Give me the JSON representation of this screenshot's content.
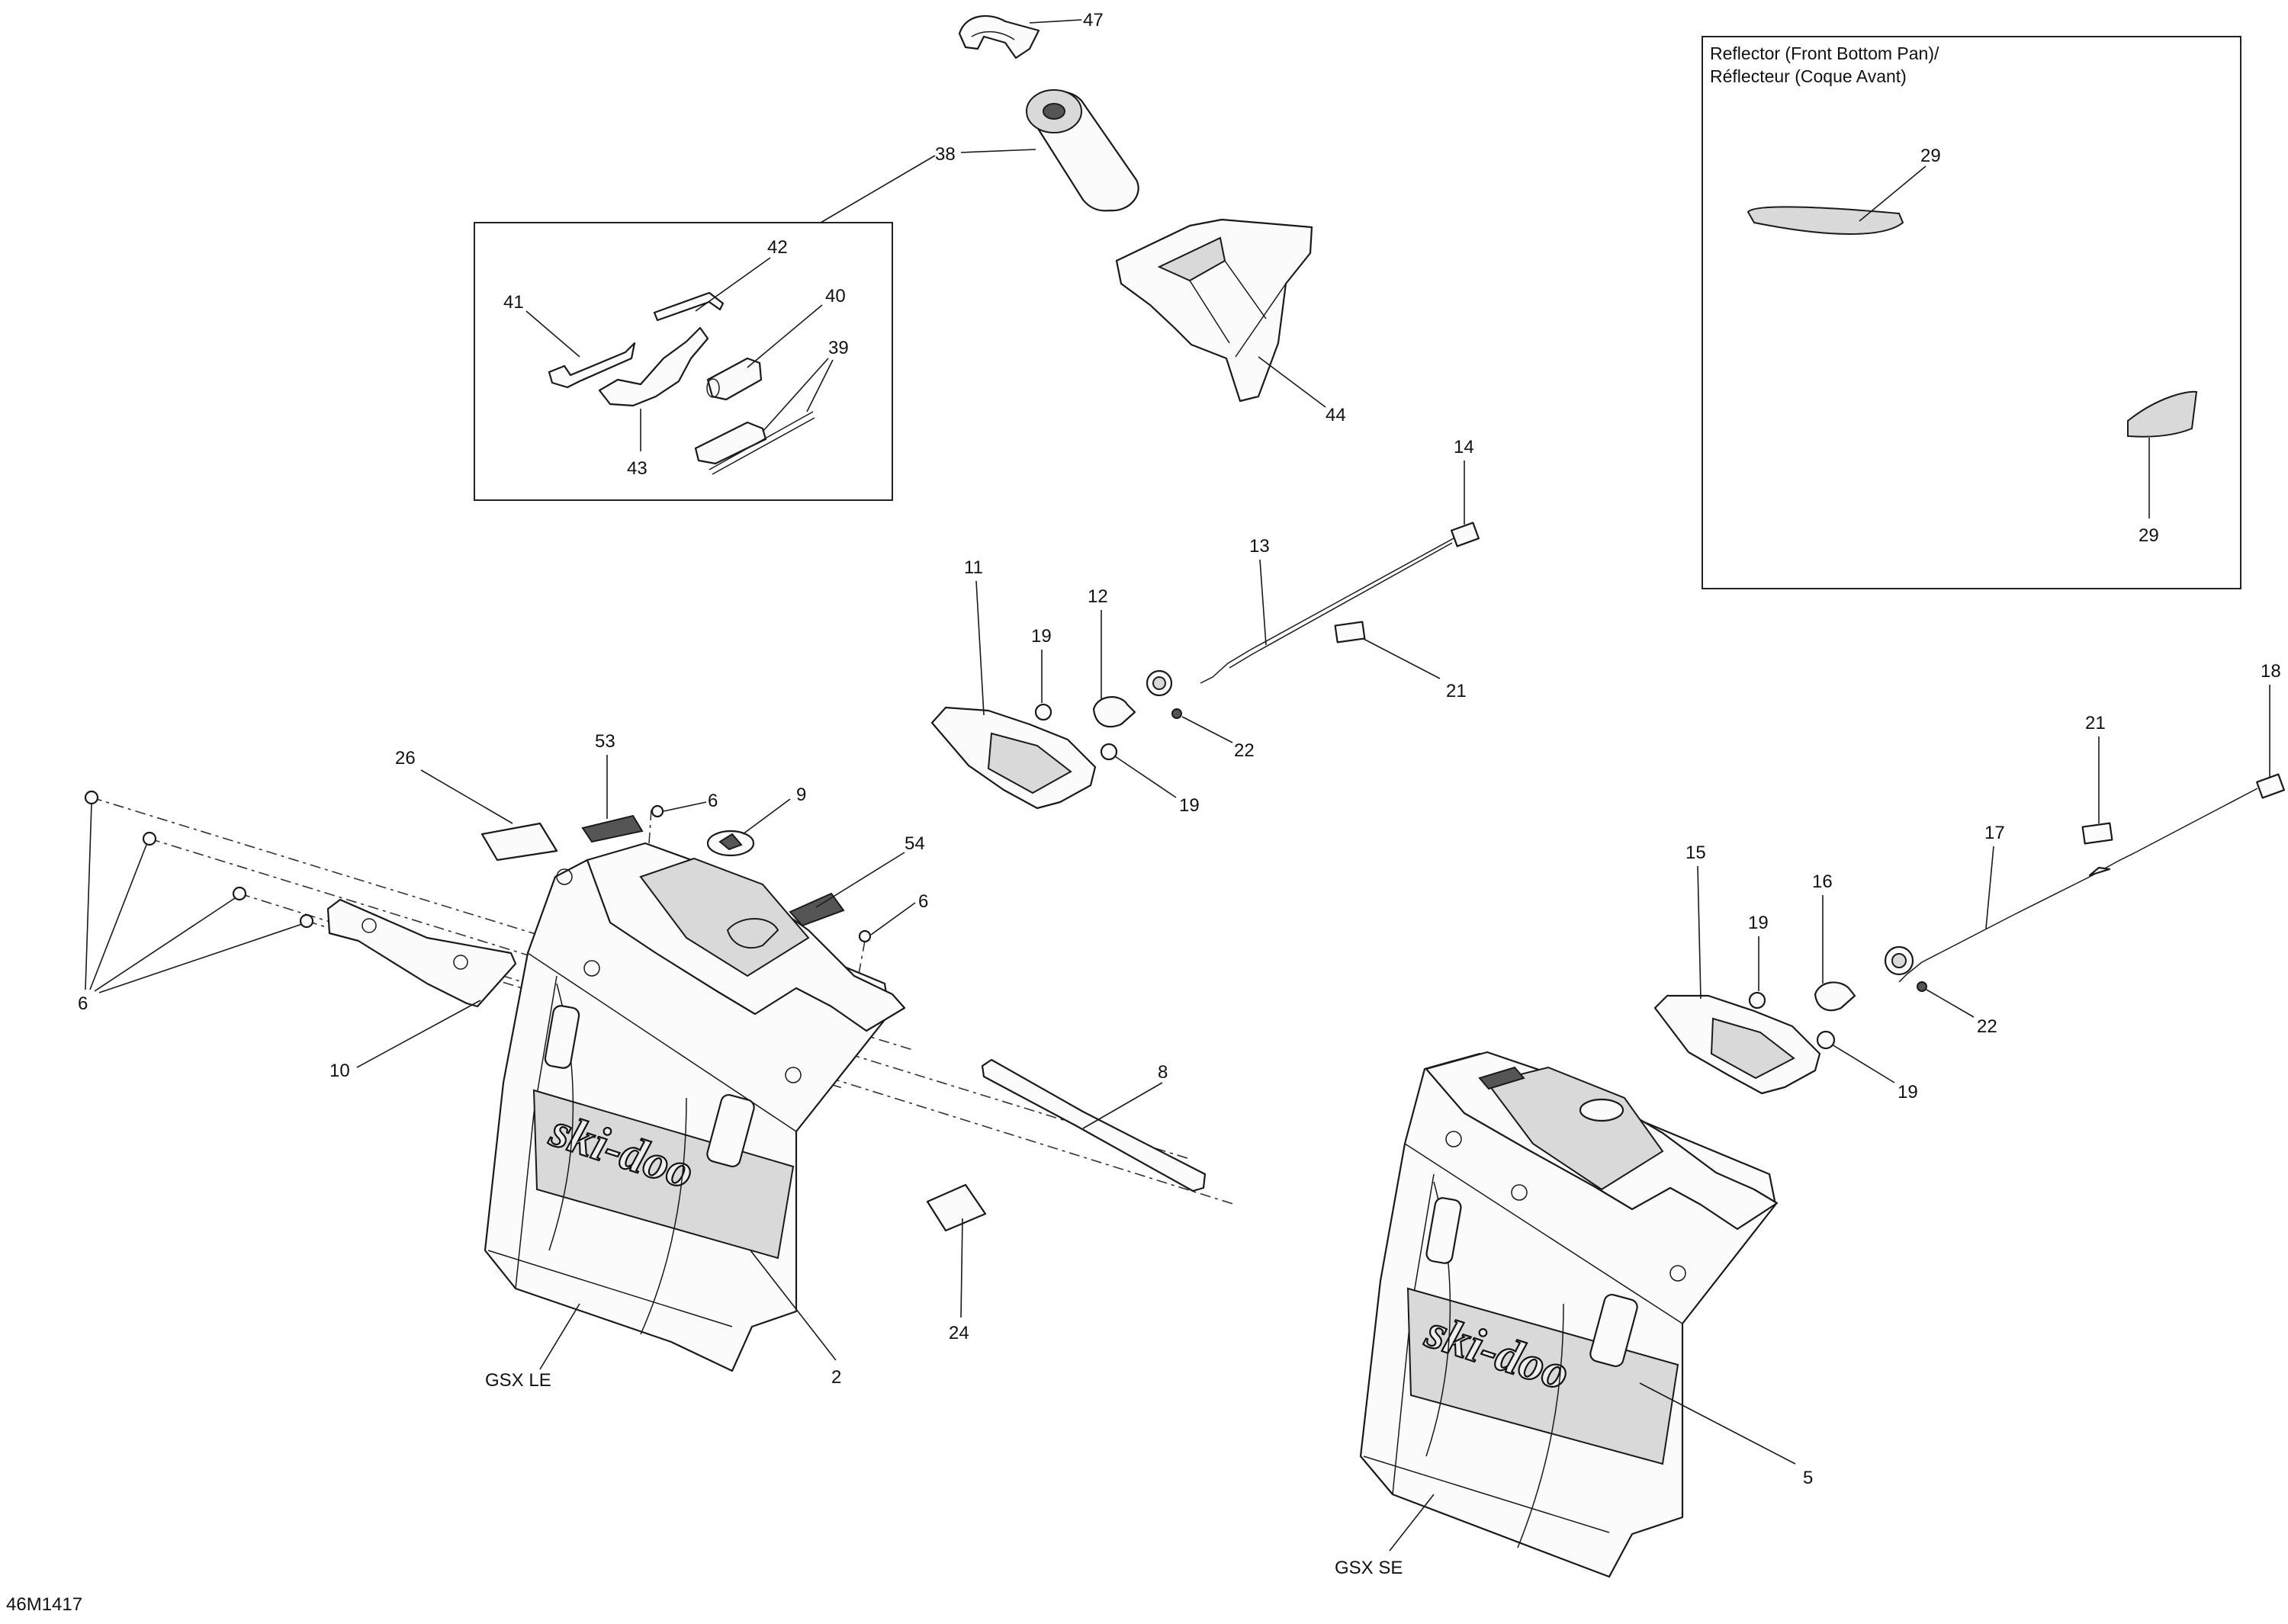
{
  "drawing_id": "46M1417",
  "inset": {
    "title_line1": "Reflector (Front Bottom Pan)/",
    "title_line2": "Réflecteur (Coque Avant)"
  },
  "model_labels": {
    "left": "GSX LE",
    "right": "GSX SE"
  },
  "logo_text": "ski-doo",
  "callouts": {
    "c47": "47",
    "c38": "38",
    "c42": "42",
    "c41": "41",
    "c40": "40",
    "c39": "39",
    "c43": "43",
    "c44": "44",
    "c14": "14",
    "c13": "13",
    "c11": "11",
    "c12": "12",
    "c19a": "19",
    "c19b": "19",
    "c19c": "19",
    "c19d": "19",
    "c21a": "21",
    "c21b": "21",
    "c22a": "22",
    "c22b": "22",
    "c18": "18",
    "c17": "17",
    "c15": "15",
    "c16": "16",
    "c26": "26",
    "c53": "53",
    "c6a": "6",
    "c6b": "6",
    "c6c": "6",
    "c9": "9",
    "c54": "54",
    "c10": "10",
    "c8": "8",
    "c24": "24",
    "c2": "2",
    "c5": "5",
    "c29a": "29",
    "c29b": "29"
  }
}
